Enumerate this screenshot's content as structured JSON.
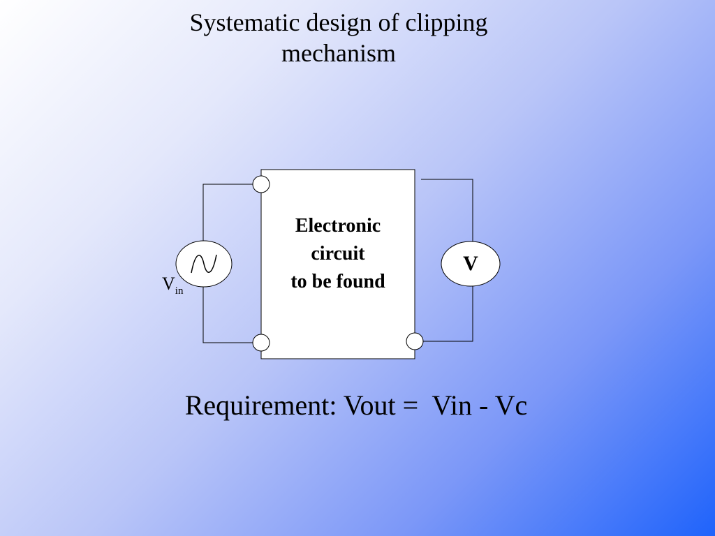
{
  "slide": {
    "title_line1": "Systematic design of clipping",
    "title_line2": "mechanism",
    "circuit_box": {
      "line1": "Electronic",
      "line2": "circuit",
      "line3": "to be found"
    },
    "meter_label": "V",
    "source_label": "V",
    "source_subscript": "in",
    "requirement": "Requirement: Vout =  Vin - Vc",
    "icons": [
      "ac-source-icon",
      "voltmeter-icon",
      "terminal-icon"
    ]
  }
}
